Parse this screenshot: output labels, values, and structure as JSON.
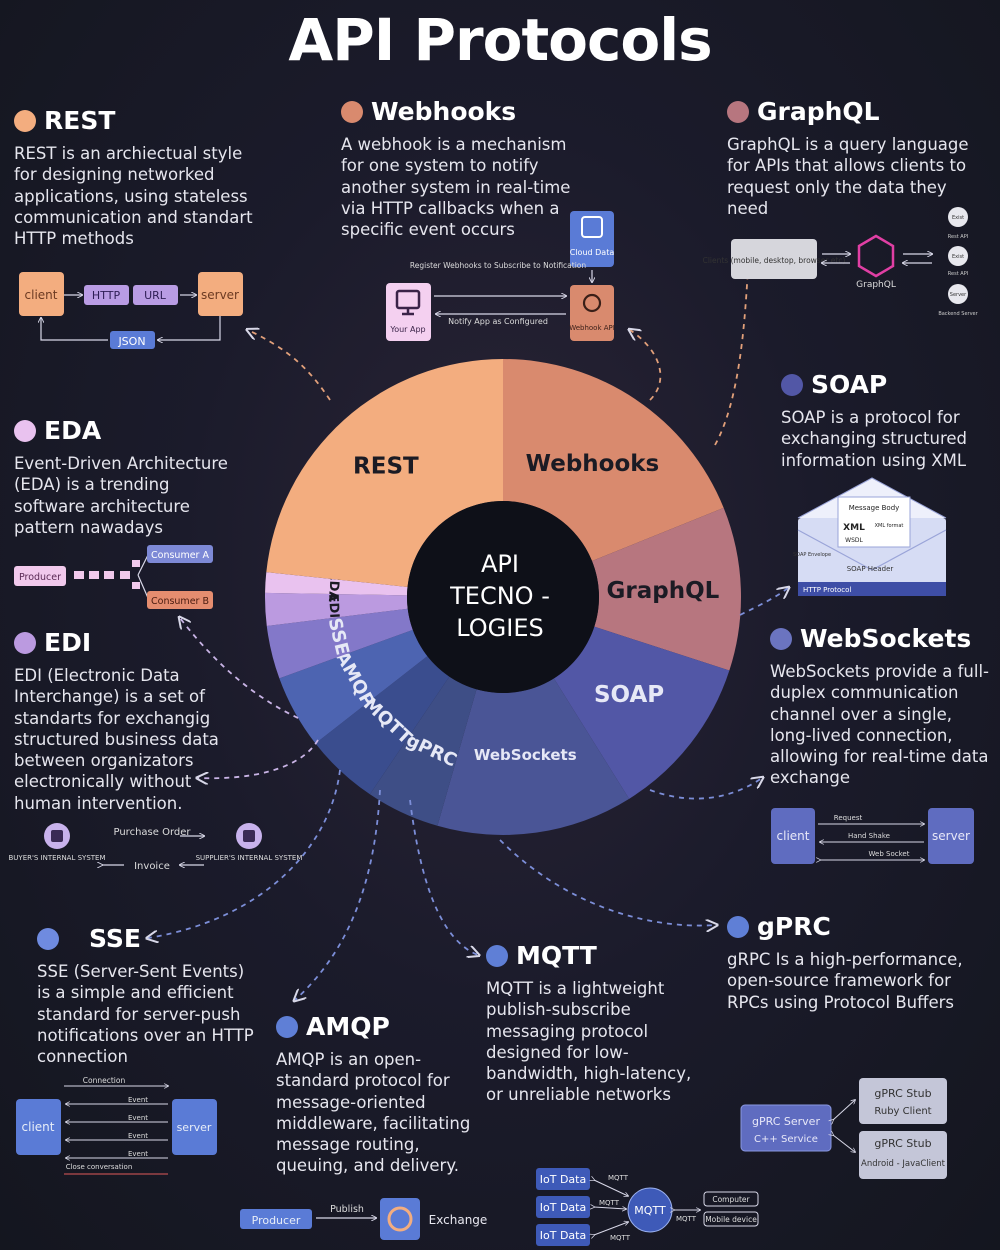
{
  "title": "API Protocols",
  "center": {
    "line1": "API",
    "line2": "TECNO -",
    "line3": "LOGIES"
  },
  "colors": {
    "rest": "#f3ad7f",
    "webhooks": "#d98a6e",
    "graphql": "#b7767f",
    "soap": "#5257a6",
    "websockets": "#4a5596",
    "grpc": "#3e4e86",
    "mqtt": "#3a4d8e",
    "amqp": "#4d64b1",
    "sse": "#8378c9",
    "edi": "#bb9ae0",
    "eda": "#e9c2ef"
  },
  "chart_data": {
    "type": "pie",
    "title": "",
    "segments": [
      {
        "label": "Webhooks",
        "value": 68
      },
      {
        "label": "GraphQL",
        "value": 40
      },
      {
        "label": "SOAP",
        "value": 40
      },
      {
        "label": "WebSockets",
        "value": 48
      },
      {
        "label": "gPRC",
        "value": 18
      },
      {
        "label": "MQTT",
        "value": 18
      },
      {
        "label": "AMQP",
        "value": 18
      },
      {
        "label": "SSE",
        "value": 13
      },
      {
        "label": "EDI",
        "value": 8
      },
      {
        "label": "EDA",
        "value": 5
      },
      {
        "label": "REST",
        "value": 84
      }
    ]
  },
  "sections": {
    "rest": {
      "title": "REST",
      "desc": "REST is an archiectual style for designing networked applications, using stateless communication and standart HTTP methods",
      "diagram": {
        "client": "client",
        "http": "HTTP",
        "url": "URL",
        "server": "server",
        "json": "JSON"
      }
    },
    "webhooks": {
      "title": "Webhooks",
      "desc": "A webhook is a mechanism for one system to notify another system in real-time via HTTP callbacks when a specific event occurs",
      "diagram": {
        "your_app": "Your App",
        "register": "Register Webhooks to Subscribe to Notification",
        "notify": "Notify App as Configured",
        "cloud": "Cloud Data",
        "api": "Webhook API"
      }
    },
    "graphql": {
      "title": "GraphQL",
      "desc": "GraphQL is a query language for APIs that allows clients to request only the data they need",
      "diagram": {
        "clients": "Clients (mobile, desktop, browser etc)",
        "label": "GraphQL",
        "rest_api": "Rest API",
        "rest_api2": "Rest API",
        "backend": "Backend Server",
        "n1": "Exist",
        "n2": "Exist",
        "n3": "Server"
      }
    },
    "soap": {
      "title": "SOAP",
      "desc": "SOAP is a protocol for exchanging structured information using XML",
      "diagram": {
        "body": "Message Body",
        "xml": "XML",
        "xml_format": "XML format",
        "wsdl": "WSDL",
        "envelope": "SOAP Envelope",
        "header": "SOAP Header",
        "protocol": "HTTP Protocol"
      }
    },
    "eda": {
      "title": "EDA",
      "desc": "Event-Driven Architecture (EDA) is a trending software architecture pattern nawadays",
      "diagram": {
        "producer": "Producer",
        "consumer_a": "Consumer A",
        "consumer_b": "Consumer B"
      }
    },
    "edi": {
      "title": "EDI",
      "desc": "EDI (Electronic Data Interchange) is a set of standarts for exchangig structured business data between organizators electronically without human intervention.",
      "diagram": {
        "buyer": "BUYER'S INTERNAL SYSTEM",
        "supplier": "SUPPLIER'S INTERNAL SYSTEM",
        "po": "Purchase Order",
        "invoice": "Invoice"
      }
    },
    "websockets": {
      "title": "WebSockets",
      "desc": "WebSockets provide a full-duplex communication channel over a single, long-lived connection, allowing for real-time data exchange",
      "diagram": {
        "client": "client",
        "server": "server",
        "request": "Request",
        "handshake": "Hand Shake",
        "websocket": "Web Socket"
      }
    },
    "sse": {
      "title": "SSE",
      "desc": "SSE (Server-Sent Events) is a simple and efficient standard for server-push notifications over an HTTP connection",
      "diagram": {
        "client": "client",
        "server": "server",
        "connection": "Connection",
        "event": "Event",
        "close": "Close conversation"
      }
    },
    "amqp": {
      "title": "AMQP",
      "desc": "AMQP is an open-standard protocol for message-oriented middleware, facilitating message routing, queuing, and delivery.",
      "diagram": {
        "producer": "Producer",
        "publish": "Publish",
        "exchange": "Exchange"
      }
    },
    "mqtt": {
      "title": "MQTT",
      "desc": "MQTT is a lightweight publish-subscribe messaging protocol designed for low-bandwidth, high-latency, or unreliable networks",
      "diagram": {
        "iot": "IoT Data",
        "mqtt": "MQTT",
        "computer": "Computer",
        "mobile": "Mobile device"
      }
    },
    "grpc": {
      "title": "gPRC",
      "desc": "gRPC Is a high-performance, open-source framework for RPCs using Protocol Buffers",
      "diagram": {
        "server": "gPRC Server",
        "server_sub": "C++ Service",
        "stub1": "gPRC Stub",
        "stub1_sub": "Ruby Client",
        "stub2": "gPRC Stub",
        "stub2_sub": "Android - JavaClient"
      }
    }
  }
}
